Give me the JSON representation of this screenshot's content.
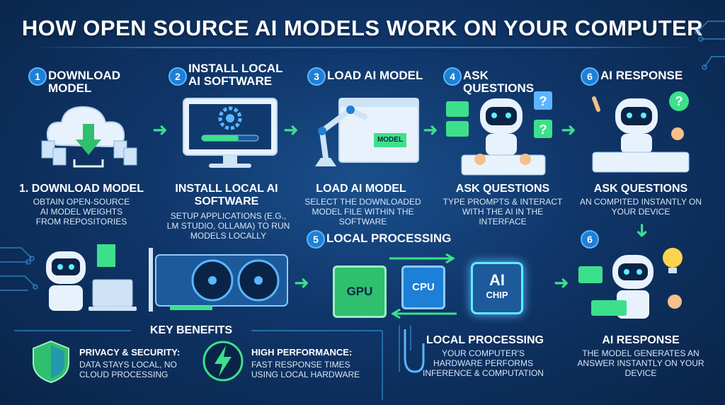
{
  "title": "HOW OPEN SOURCE AI MODELS WORK ON YOUR COMPUTER",
  "steps": [
    {
      "num": "1",
      "head": "DOWNLOAD MODEL",
      "caption": "1. DOWNLOAD MODEL",
      "desc": "OBTAIN OPEN-SOURCE AI MODEL WEIGHTS FROM REPOSITORIES"
    },
    {
      "num": "2",
      "head": "INSTALL LOCAL AI SOFTWARE",
      "caption": "INSTALL LOCAL AI SOFTWARE",
      "desc": "SETUP APPLICATIONS (e.g., LM STUDIO, OLLAMA) TO RUN MODELS LOCALLY"
    },
    {
      "num": "3",
      "head": "LOAD AI MODEL",
      "caption": "LOAD AI MODEL",
      "desc": "SELECT THE DOWNLOADED MODEL FILE WITHIN THE SOFTWARE",
      "file_label": "MODEL"
    },
    {
      "num": "4",
      "head": "ASK QUESTIONS",
      "caption": "ASK QUESTIONS",
      "desc": "TYPE PROMPTS & INTERACT WITH THE AI IN THE INTERFACE"
    },
    {
      "num": "6",
      "head": "AI RESPONSE",
      "caption": "ASK QUESTIONS",
      "desc": "AN COMPITED INSTANTLY ON YOUR DEVICE"
    }
  ],
  "processing": {
    "num": "5",
    "head": "LOCAL PROCESSING",
    "caption": "LOCAL PROCESSING",
    "desc": "YOUR COMPUTER'S HARDWARE PERFORMS INFERENCE & COMPUTATION",
    "gpu": "GPU",
    "cpu": "CPU",
    "chip_top": "AI",
    "chip_bottom": "CHIP"
  },
  "response": {
    "num": "6",
    "caption": "AI RESPONSE",
    "desc": "THE MODEL GENERATES AN ANSWER INSTANTLY ON YOUR DEVICE"
  },
  "benefits": {
    "title": "KEY BENEFITS",
    "items": [
      {
        "title": "PRIVACY & SECURITY:",
        "desc": "DATA STAYS LOCAL, NO CLOUD PROCESSING"
      },
      {
        "title": "HIGH PERFORMANCE:",
        "desc": "FAST RESPONSE TIMES USING LOCAL HARDWARE"
      }
    ]
  },
  "colors": {
    "accent": "#3de08a",
    "blue": "#1e7fd6",
    "bg": "#0f3568"
  }
}
